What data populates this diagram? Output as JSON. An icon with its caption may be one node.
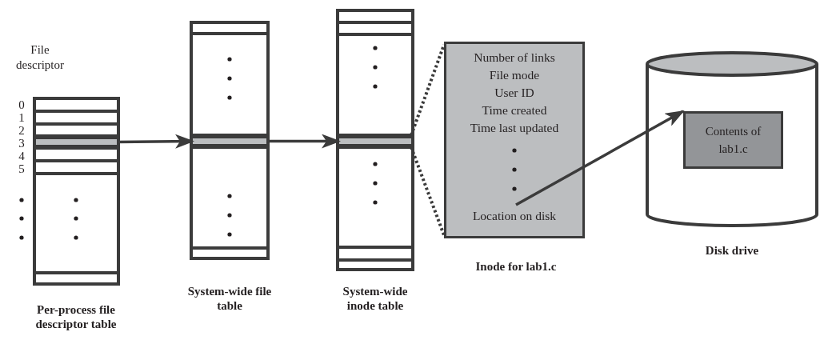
{
  "diagram": {
    "nodes": [
      {
        "text": [],
        "shape": "box",
        "beside": [
          "Per-process file descriptor table"
        ]
      },
      {
        "text": [],
        "shape": "bar",
        "in": 0
      },
      {
        "text": [],
        "shape": "box",
        "beside": [
          "System-wide file table"
        ]
      },
      {
        "text": [],
        "shape": "bar",
        "in": 2
      },
      {
        "text": [],
        "shape": "box",
        "beside": [
          "System-wide inode table"
        ]
      },
      {
        "text": [],
        "shape": "bar",
        "in": 4
      },
      {
        "text": [
          "Number of links",
          "File mode",
          "User ID",
          "Time created",
          "Time last updated",
          "Location on disk"
        ],
        "beside": [
          "Inode for lab1.c"
        ]
      },
      {
        "text": [],
        "shape": "cylinder",
        "beside": [
          "Disk drive"
        ]
      },
      {
        "text": [
          "Contents of lab1.c"
        ],
        "in": 7
      }
    ],
    "edges": [
      {
        "from": 1,
        "to": 3,
        "arrow": "to"
      },
      {
        "from": 3,
        "to": 5,
        "arrow": "to"
      },
      {
        "from": 5,
        "to": 6,
        "arrow": "none",
        "style": "dashed"
      },
      {
        "from": 5,
        "to": 6,
        "arrow": "none",
        "style": "dashed"
      },
      {
        "from": 6,
        "to": 8,
        "arrow": "to"
      }
    ],
    "labels": [
      "File descriptor",
      "0",
      "1",
      "2",
      "3",
      "4",
      "5"
    ]
  }
}
